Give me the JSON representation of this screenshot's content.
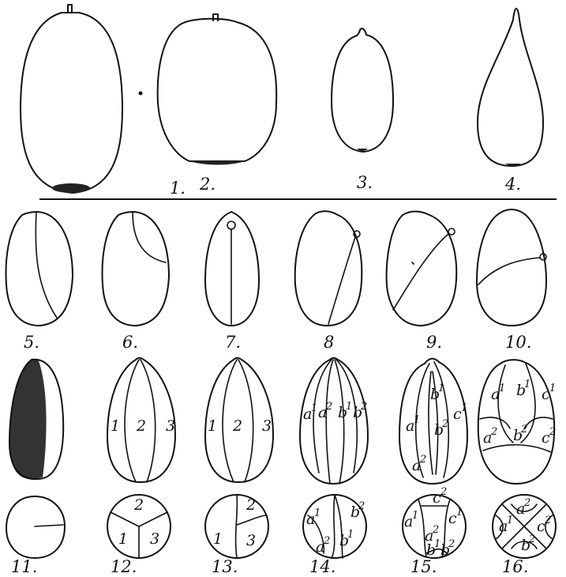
{
  "figures": [
    "1.",
    "2.",
    "3.",
    "4.",
    "5.",
    "6.",
    "7.",
    "8",
    "9.",
    "10.",
    "11.",
    "12.",
    "13.",
    "14.",
    "15.",
    "16."
  ],
  "segments": {
    "fig12": [
      "1",
      "2",
      "3"
    ],
    "fig13": [
      "1",
      "2",
      "3"
    ],
    "fig12_top": [
      "1",
      "2",
      "3"
    ],
    "fig13_top": [
      "1",
      "2",
      "3"
    ]
  },
  "letters": {
    "a": "a",
    "b": "b",
    "c": "c",
    "sup1": "1",
    "sup2": "2"
  }
}
